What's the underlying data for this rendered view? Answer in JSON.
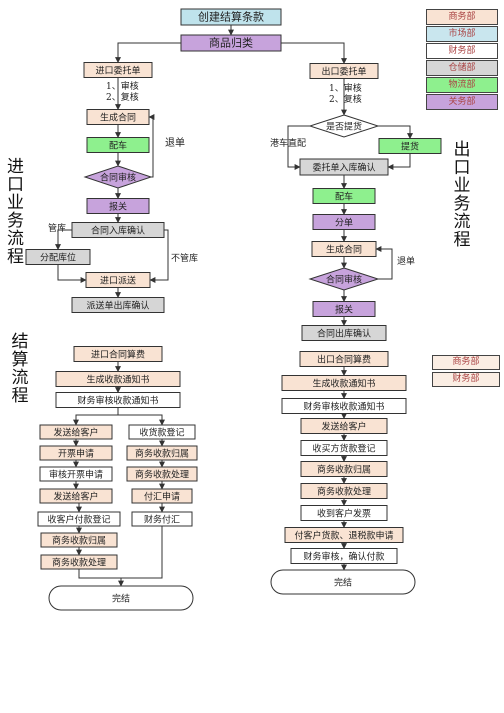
{
  "colors": {
    "business": "#f9e3d3",
    "market": "#c9e6ee",
    "finance": "#ffffff",
    "warehouse": "#d6d6d6",
    "logistics": "#8ef08e",
    "customs": "#c7a3dc",
    "title": "#bfe3ec",
    "line": "#333333"
  },
  "legend": [
    {
      "label": "商务部",
      "color": "#f9e3d3"
    },
    {
      "label": "市场部",
      "color": "#c9e6ee"
    },
    {
      "label": "财务部",
      "color": "#ffffff"
    },
    {
      "label": "仓储部",
      "color": "#d6d6d6"
    },
    {
      "label": "物流部",
      "color": "#8ef08e"
    },
    {
      "label": "关务部",
      "color": "#c7a3dc"
    }
  ],
  "legend2": [
    "商务部",
    "财务部"
  ],
  "side_labels": {
    "import": "进口业务流程",
    "export": "出口业务流程",
    "settle": "结算流程"
  },
  "nodes": {
    "title": "创建结算条款",
    "classify": "商品归类",
    "imp_commission": "进口委托单",
    "exp_commission": "出口委托单",
    "imp_gen_contract": "生成合同",
    "imp_dispatch": "配车",
    "imp_contract_review": "合同审核",
    "imp_declare": "报关",
    "imp_inbound_confirm": "合同入库确认",
    "imp_assign_loc": "分配库位",
    "imp_delivery": "进口派送",
    "imp_out_confirm": "派送单出库确认",
    "exp_pickup_q": "是否提货",
    "exp_pickup": "提货",
    "exp_inbound_confirm": "委托单入库确认",
    "exp_dispatch": "配车",
    "exp_split": "分单",
    "exp_gen_contract": "生成合同",
    "exp_contract_review": "合同审核",
    "exp_declare": "报关",
    "exp_out_confirm": "合同出库确认",
    "imp_fee": "进口合同算费",
    "imp_notice": "生成收款通知书",
    "imp_fin_review": "财务审核收款通知书",
    "l1": "发送给客户",
    "l2": "开票申请",
    "l3": "审核开票申请",
    "l4": "发送给客户",
    "l5": "收客户付款登记",
    "l6": "商务收款归属",
    "l7": "商务收款处理",
    "r1": "收货款登记",
    "r2": "商务收款归属",
    "r3": "商务收款处理",
    "r4": "付汇申请",
    "r5": "财务付汇",
    "imp_done": "完结",
    "exp_fee": "出口合同算费",
    "exp_notice": "生成收款通知书",
    "exp_fin_review": "财务审核收款通知书",
    "e1": "发送给客户",
    "e2": "收买方货款登记",
    "e3": "商务收款归属",
    "e4": "商务收款处理",
    "e5": "收到客户发票",
    "e6": "付客户货款、退税款申请",
    "e7": "财务审核，确认付款",
    "exp_done": "完结"
  },
  "edge_labels": {
    "imp_steps": "1、审核\n2、复核",
    "exp_steps": "1、审核\n2、复核",
    "imp_reject": "退单",
    "exp_reject": "退单",
    "managed": "管库",
    "unmanaged": "不管库",
    "port_direct": "港车直配"
  }
}
